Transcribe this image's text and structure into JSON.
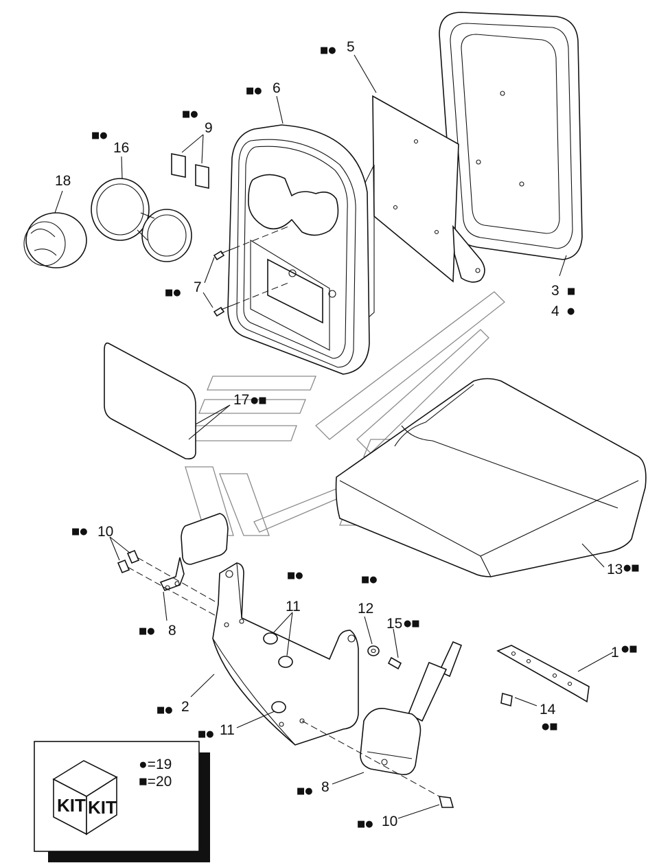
{
  "callouts": [
    {
      "id": "c5",
      "number": "5",
      "symbols": "■●"
    },
    {
      "id": "c6",
      "number": "6",
      "symbols": "■●"
    },
    {
      "id": "c9",
      "number": "9",
      "symbols": "■●"
    },
    {
      "id": "c16",
      "number": "16",
      "symbols": "■●"
    },
    {
      "id": "c18",
      "number": "18",
      "symbols": ""
    },
    {
      "id": "c7",
      "number": "7",
      "symbols": "■●"
    },
    {
      "id": "c3",
      "number": "3",
      "symbols": "■"
    },
    {
      "id": "c4",
      "number": "4",
      "symbols": "●"
    },
    {
      "id": "c17",
      "number": "17",
      "symbols": "●■"
    },
    {
      "id": "c10a",
      "number": "10",
      "symbols": "■●"
    },
    {
      "id": "c8a",
      "number": "8",
      "symbols": "■●"
    },
    {
      "id": "c11a",
      "number": "11",
      "symbols": "■●"
    },
    {
      "id": "c12",
      "number": "12",
      "symbols": "■●"
    },
    {
      "id": "c15",
      "number": "15",
      "symbols": "●■"
    },
    {
      "id": "c13",
      "number": "13",
      "symbols": "●■"
    },
    {
      "id": "c1",
      "number": "1",
      "symbols": "●■"
    },
    {
      "id": "c2",
      "number": "2",
      "symbols": "■●"
    },
    {
      "id": "c14",
      "number": "14",
      "symbols": "●■"
    },
    {
      "id": "c11b",
      "number": "11",
      "symbols": "■●"
    },
    {
      "id": "c8b",
      "number": "8",
      "symbols": "■●"
    },
    {
      "id": "c10b",
      "number": "10",
      "symbols": "■●"
    }
  ],
  "kit_box": {
    "face_left": "KIT",
    "face_right": "KIT",
    "legend_circle": "●=19",
    "legend_square": "■=20"
  }
}
